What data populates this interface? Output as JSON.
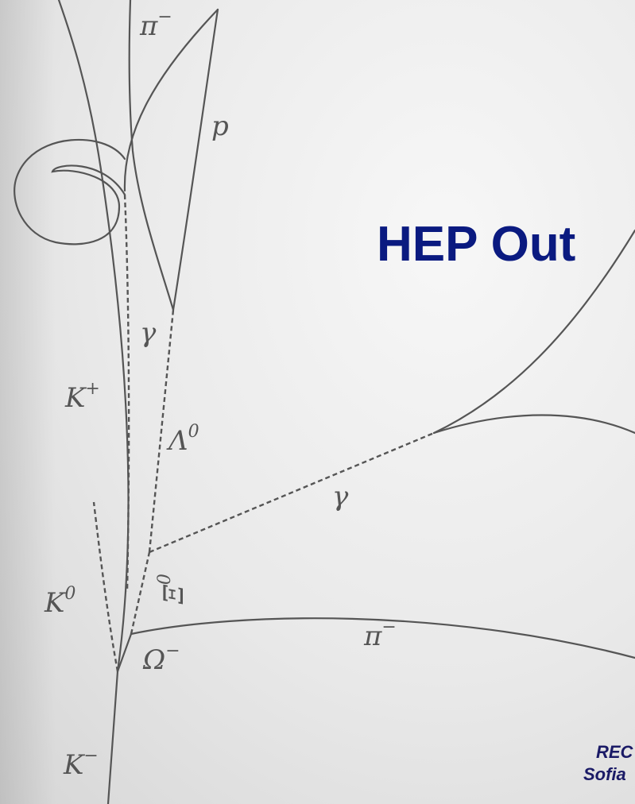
{
  "slide": {
    "title": "HEP Out",
    "footer_line_1": "REC",
    "footer_line_2": "Sofia"
  },
  "diagram": {
    "labels": {
      "pi_minus_top": {
        "base": "π",
        "sup": "−"
      },
      "proton": {
        "base": "p",
        "sup": ""
      },
      "gamma_upper": {
        "base": "γ",
        "sup": ""
      },
      "k_plus": {
        "base": "K",
        "sup": "+"
      },
      "lambda_zero": {
        "base": "Λ",
        "sup": "0"
      },
      "gamma_middle": {
        "base": "γ",
        "sup": ""
      },
      "xi_zero": {
        "base": "Ξ",
        "sup": "0"
      },
      "k_zero": {
        "base": "K",
        "sup": "0"
      },
      "pi_minus_bottom": {
        "base": "π",
        "sup": "−"
      },
      "omega_minus": {
        "base": "Ω",
        "sup": "−"
      },
      "k_minus": {
        "base": "K",
        "sup": "−"
      }
    },
    "colors": {
      "track": "#555555",
      "title": "#0a1a80",
      "footer": "#1a1a66"
    }
  }
}
